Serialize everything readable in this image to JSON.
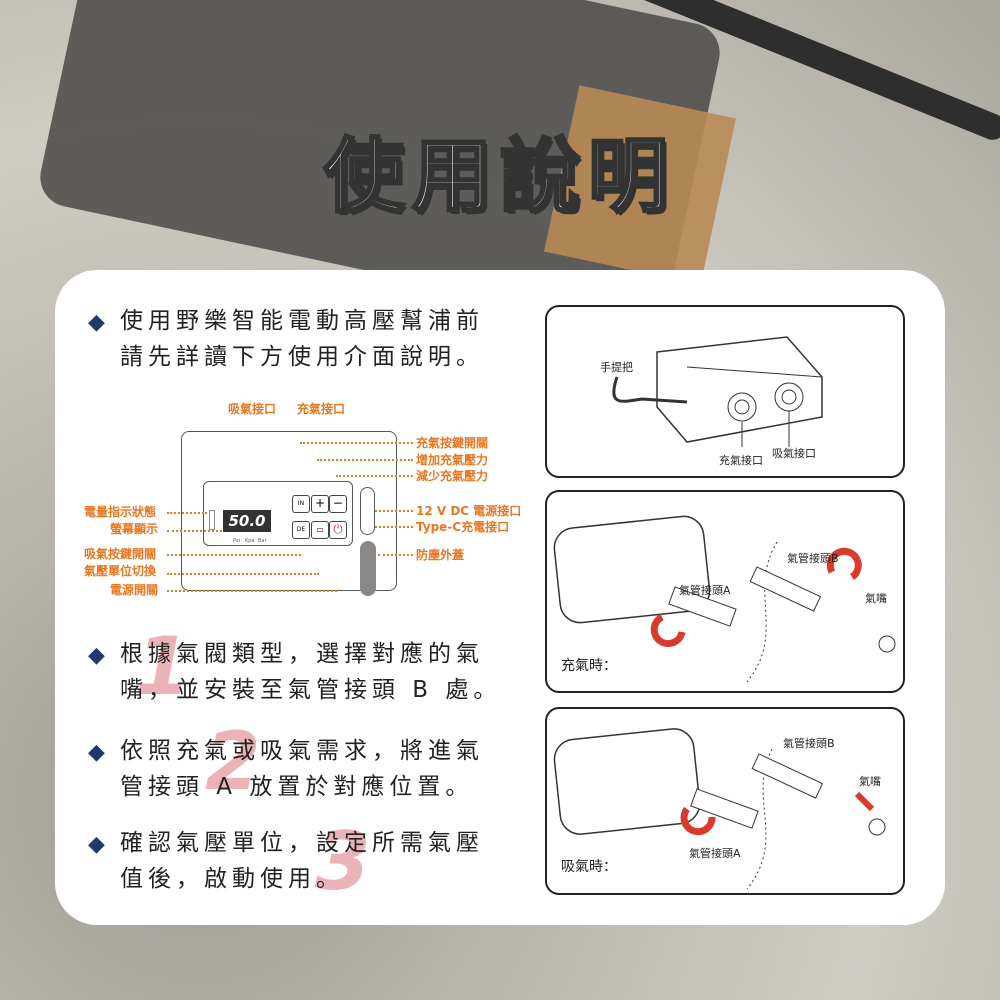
{
  "title": "使用說明",
  "intro": {
    "line1": "使用野樂智能電動高壓幫浦前",
    "line2": "請先詳讀下方使用介面說明。"
  },
  "diagram": {
    "top_ports": [
      "吸氣接口",
      "充氣接口"
    ],
    "left_labels": [
      "電量指示狀態",
      "螢幕顯示",
      "吸氣按鍵開關",
      "氣壓單位切換",
      "電源開關"
    ],
    "right_labels": [
      "充氣按鍵開關",
      "增加充氣壓力",
      "減少充氣壓力",
      "12 V DC 電源接口",
      "Type-C充電接口",
      "防塵外蓋"
    ],
    "display_value": "50.0",
    "units": [
      "Psi",
      "Kpa",
      "Bar"
    ],
    "accent_color": "#e87722"
  },
  "steps": [
    {
      "number": "1",
      "line1": "根據氣閥類型，選擇對應的氣",
      "line2": "嘴，並安裝至氣管接頭 B 處。"
    },
    {
      "number": "2",
      "line1": "依照充氣或吸氣需求，將進氣",
      "line2": "管接頭 A 放置於對應位置。"
    },
    {
      "number": "3",
      "line1": "確認氣壓單位，設定所需氣壓",
      "line2": "值後，啟動使用。"
    }
  ],
  "panel1": {
    "handle": "手提把",
    "inflate_port": "充氣接口",
    "suction_port": "吸氣接口"
  },
  "panel2": {
    "caption": "充氣時：",
    "connector_a": "氣管接頭A",
    "connector_b": "氣管接頭B",
    "nozzle": "氣嘴"
  },
  "panel3": {
    "caption": "吸氣時：",
    "connector_a": "氣管接頭A",
    "connector_b": "氣管接頭B",
    "nozzle": "氣嘴"
  }
}
